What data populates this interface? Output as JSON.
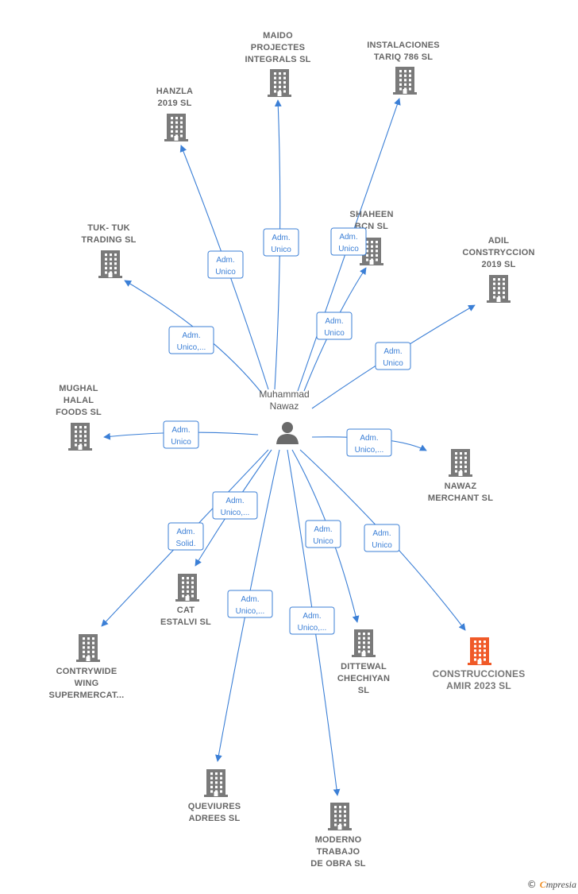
{
  "colors": {
    "building": "#7a7a7a",
    "building_highlight": "#f05a28",
    "edge": "#3b7fd6",
    "rel_text": "#3b7fd6",
    "person": "#6a6a6a"
  },
  "person": {
    "lines": [
      "Muhammad",
      "Nawaz"
    ],
    "icon": "person-icon"
  },
  "companies": [
    {
      "key": "maido",
      "lines": [
        "MAIDO",
        "PROJECTES",
        "INTEGRALS  SL"
      ],
      "icon": "building-icon"
    },
    {
      "key": "tariq",
      "lines": [
        "INSTALACIONES",
        "TARIQ 786  SL"
      ],
      "icon": "building-icon"
    },
    {
      "key": "hanzla",
      "lines": [
        "HANZLA",
        "2019  SL"
      ],
      "icon": "building-icon"
    },
    {
      "key": "shaheen",
      "lines": [
        "SHAHEEN",
        "BCN  SL"
      ],
      "icon": "building-icon"
    },
    {
      "key": "tuktuk",
      "lines": [
        "TUK- TUK",
        "TRADING  SL"
      ],
      "icon": "building-icon"
    },
    {
      "key": "adil",
      "lines": [
        "ADIL",
        "CONSTRYCCION",
        "2019  SL"
      ],
      "icon": "building-icon"
    },
    {
      "key": "mughal",
      "lines": [
        "MUGHAL",
        "HALAL",
        "FOODS  SL"
      ],
      "icon": "building-icon"
    },
    {
      "key": "nawaz",
      "lines": [
        "NAWAZ",
        "MERCHANT SL"
      ],
      "icon": "building-icon"
    },
    {
      "key": "cat",
      "lines": [
        "CAT",
        "ESTALVI  SL"
      ],
      "icon": "building-icon"
    },
    {
      "key": "contrywide",
      "lines": [
        "CONTRYWIDE",
        "WING",
        "SUPERMERCAT..."
      ],
      "icon": "building-icon"
    },
    {
      "key": "dittewal",
      "lines": [
        "DITTEWAL",
        "CHECHIYAN",
        "SL"
      ],
      "icon": "building-icon"
    },
    {
      "key": "amir",
      "lines": [
        "CONSTRUCCIONES",
        "AMIR 2023  SL"
      ],
      "icon": "building-icon",
      "highlight": true
    },
    {
      "key": "queviures",
      "lines": [
        "QUEVIURES",
        "ADREES  SL"
      ],
      "icon": "building-icon"
    },
    {
      "key": "moderno",
      "lines": [
        "MODERNO",
        "TRABAJO",
        "DE OBRA SL"
      ],
      "icon": "building-icon"
    }
  ],
  "relations": [
    {
      "to": "maido",
      "lines": [
        "Adm.",
        "Unico"
      ]
    },
    {
      "to": "tariq",
      "lines": [
        "Adm.",
        "Unico"
      ]
    },
    {
      "to": "hanzla",
      "lines": [
        "Adm.",
        "Unico"
      ]
    },
    {
      "to": "shaheen",
      "lines": [
        "Adm.",
        "Unico"
      ]
    },
    {
      "to": "tuktuk",
      "lines": [
        "Adm.",
        "Unico,..."
      ]
    },
    {
      "to": "adil",
      "lines": [
        "Adm.",
        "Unico"
      ]
    },
    {
      "to": "mughal",
      "lines": [
        "Adm.",
        "Unico"
      ]
    },
    {
      "to": "nawaz",
      "lines": [
        "Adm.",
        "Unico,..."
      ]
    },
    {
      "to": "cat",
      "lines": [
        "Adm.",
        "Unico,..."
      ]
    },
    {
      "to": "contrywide",
      "lines": [
        "Adm.",
        "Solid."
      ]
    },
    {
      "to": "dittewal",
      "lines": [
        "Adm.",
        "Unico"
      ]
    },
    {
      "to": "amir",
      "lines": [
        "Adm.",
        "Unico"
      ]
    },
    {
      "to": "queviures",
      "lines": [
        "Adm.",
        "Unico,..."
      ]
    },
    {
      "to": "moderno",
      "lines": [
        "Adm.",
        "Unico,..."
      ]
    }
  ],
  "footer": {
    "copyright": "©",
    "brand_first": "C",
    "brand_rest": "mpresia"
  }
}
